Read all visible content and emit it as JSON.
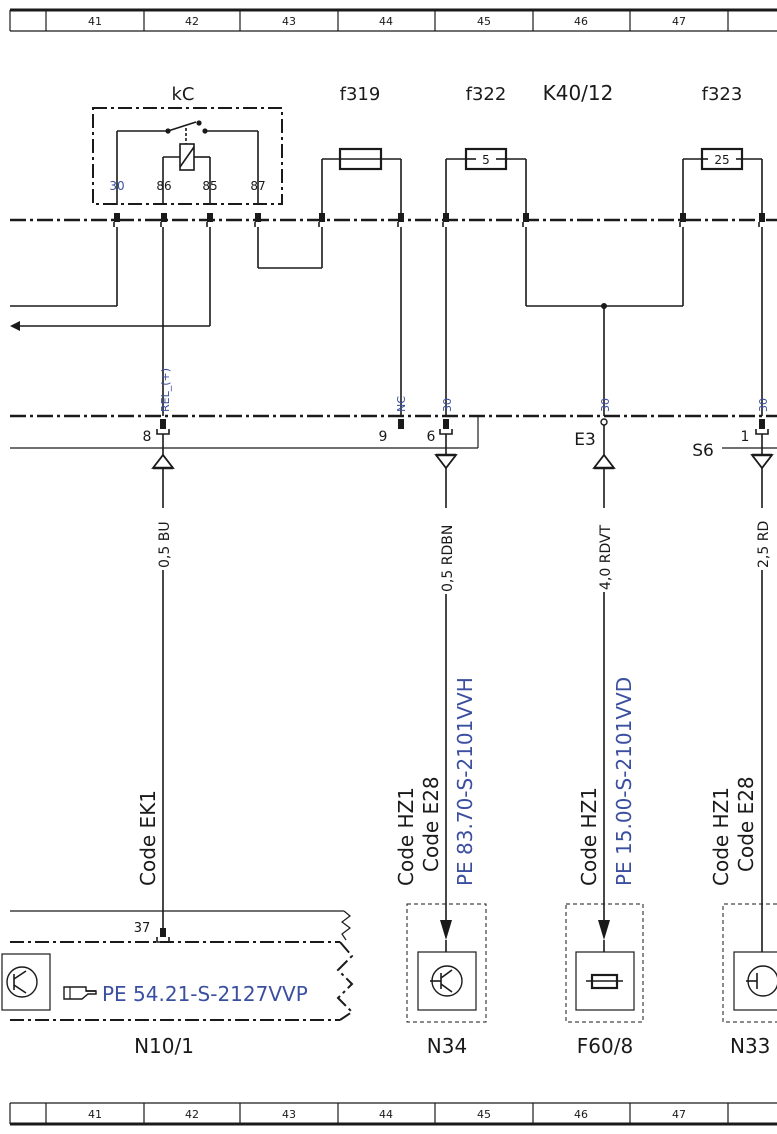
{
  "ruler": {
    "columns": [
      "41",
      "42",
      "43",
      "44",
      "45",
      "46",
      "47"
    ]
  },
  "components": {
    "relay": {
      "name": "kC",
      "pins": [
        "30",
        "86",
        "85",
        "87"
      ]
    },
    "fuses": [
      {
        "name": "f319",
        "value": ""
      },
      {
        "name": "f322",
        "value": "5"
      },
      {
        "name": "f323",
        "value": "25"
      }
    ],
    "block_label": "K40/12",
    "ground_e3": "E3",
    "ground_s6": "S6"
  },
  "bus_labels": {
    "rel_plus": "REL_(+)",
    "nc": "NC",
    "p30_a": "30",
    "p30_b": "30",
    "p30_c": "30"
  },
  "connector_pins": {
    "p8": "8",
    "p9": "9",
    "p6": "6",
    "p1": "1",
    "p37": "37"
  },
  "wires": {
    "w1": "0,5 BU",
    "w2": "0,5 RDBN",
    "w3": "4,0 RDVT",
    "w4": "2,5 RD"
  },
  "codes": {
    "ek1": "Code EK1",
    "hz1_a": "Code HZ1",
    "e28_a": "Code E28",
    "hz1_b": "Code HZ1",
    "hz1_c": "Code HZ1",
    "e28_c": "Code E28"
  },
  "references": {
    "pe_n34": "PE 83.70-S-2101VVH",
    "pe_f60": "PE 15.00-S-2101VVD",
    "pe_n10": "PE 54.21-S-2127VVP"
  },
  "bottom_components": {
    "n10": "N10/1",
    "n34": "N34",
    "f60": "F60/8",
    "n33": "N33"
  }
}
